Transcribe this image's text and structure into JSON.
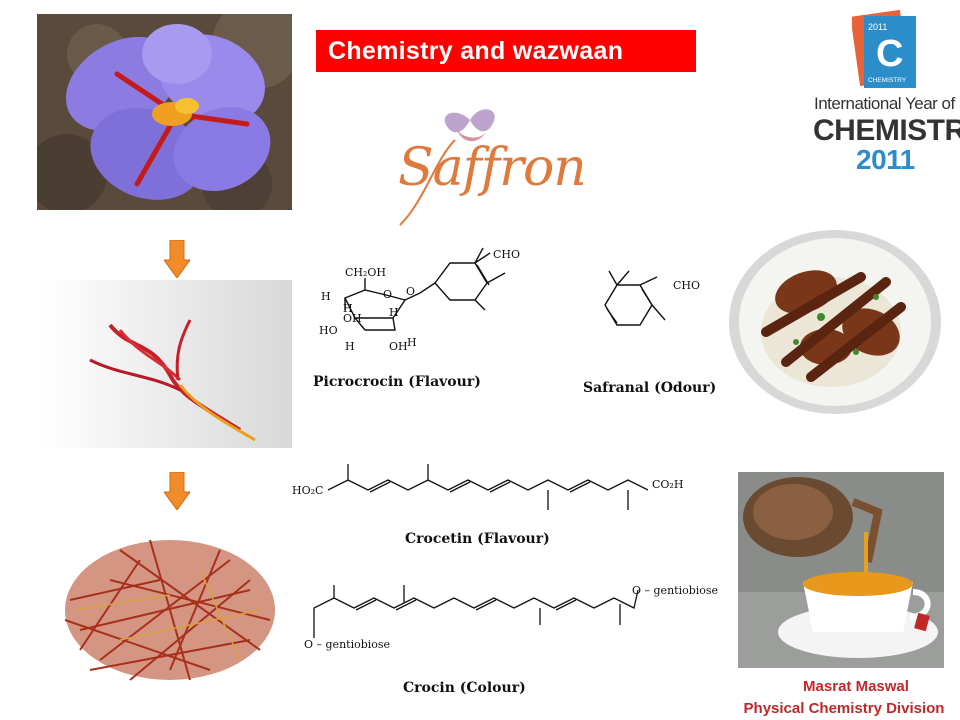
{
  "title": "Chemistry and wazwaan",
  "brand": {
    "word": "Saffron"
  },
  "iyc_logo": {
    "badge_year": "2011",
    "badge_letter": "C",
    "badge_word": "CHEMISTRY",
    "line1": "International Year of",
    "line2": "CHEMISTRY",
    "line3": "2011",
    "colors": {
      "badge": "#2b8ec9",
      "badge_back": "#e8623a",
      "text": "#333333"
    }
  },
  "molecules": {
    "picrocrocin": {
      "caption": "Picrocrocin (Flavour)",
      "labels": {
        "ch2oh": "CH₂OH",
        "o_ring": "O",
        "o_link": "O",
        "cho": "CHO",
        "h": "H",
        "oh": "OH",
        "ho": "HO"
      }
    },
    "safranal": {
      "caption": "Safranal (Odour)",
      "labels": {
        "cho": "CHO"
      }
    },
    "crocetin": {
      "caption": "Crocetin (Flavour)",
      "labels": {
        "left": "HO₂C",
        "right": "CO₂H"
      }
    },
    "crocin": {
      "caption": "Crocin (Colour)",
      "labels": {
        "top": "O – gentiobiose",
        "bottom": "O – gentiobiose"
      }
    }
  },
  "credit": {
    "name": "Masrat Maswal",
    "division": "Physical Chemistry Division"
  },
  "icons": [
    "crocus-flower-photo",
    "saffron-threads-photo",
    "saffron-pile-photo",
    "wazwaan-dish-photo",
    "saffron-tea-photo",
    "process-arrow-icon"
  ],
  "colors": {
    "banner": "#ff0000",
    "arrow": "#f08c2a",
    "credit": "#c0282b",
    "saffron": "#e07a3c"
  }
}
